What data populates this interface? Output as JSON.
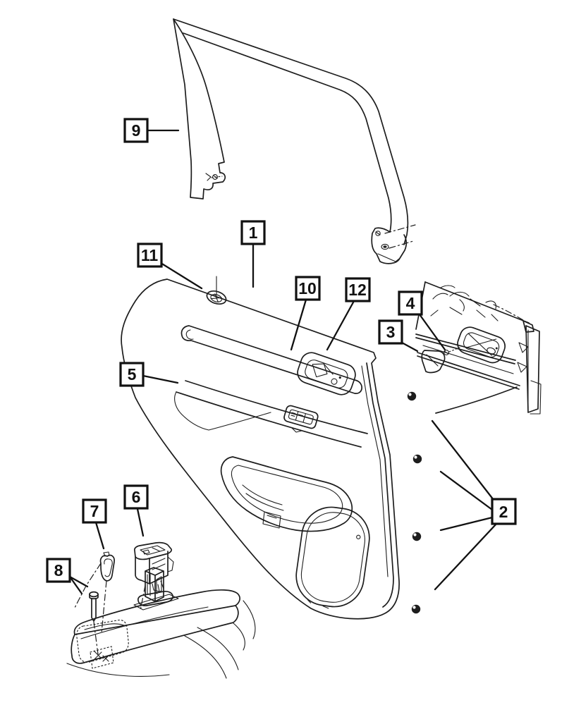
{
  "figure": {
    "kind": "exploded-parts-line-drawing",
    "background": "#ffffff",
    "line_color": "#1d1d1d",
    "callouts": [
      {
        "number": "1"
      },
      {
        "number": "2"
      },
      {
        "number": "3"
      },
      {
        "number": "4"
      },
      {
        "number": "5"
      },
      {
        "number": "6"
      },
      {
        "number": "7"
      },
      {
        "number": "8"
      },
      {
        "number": "9"
      },
      {
        "number": "10"
      },
      {
        "number": "11"
      },
      {
        "number": "12"
      }
    ]
  }
}
